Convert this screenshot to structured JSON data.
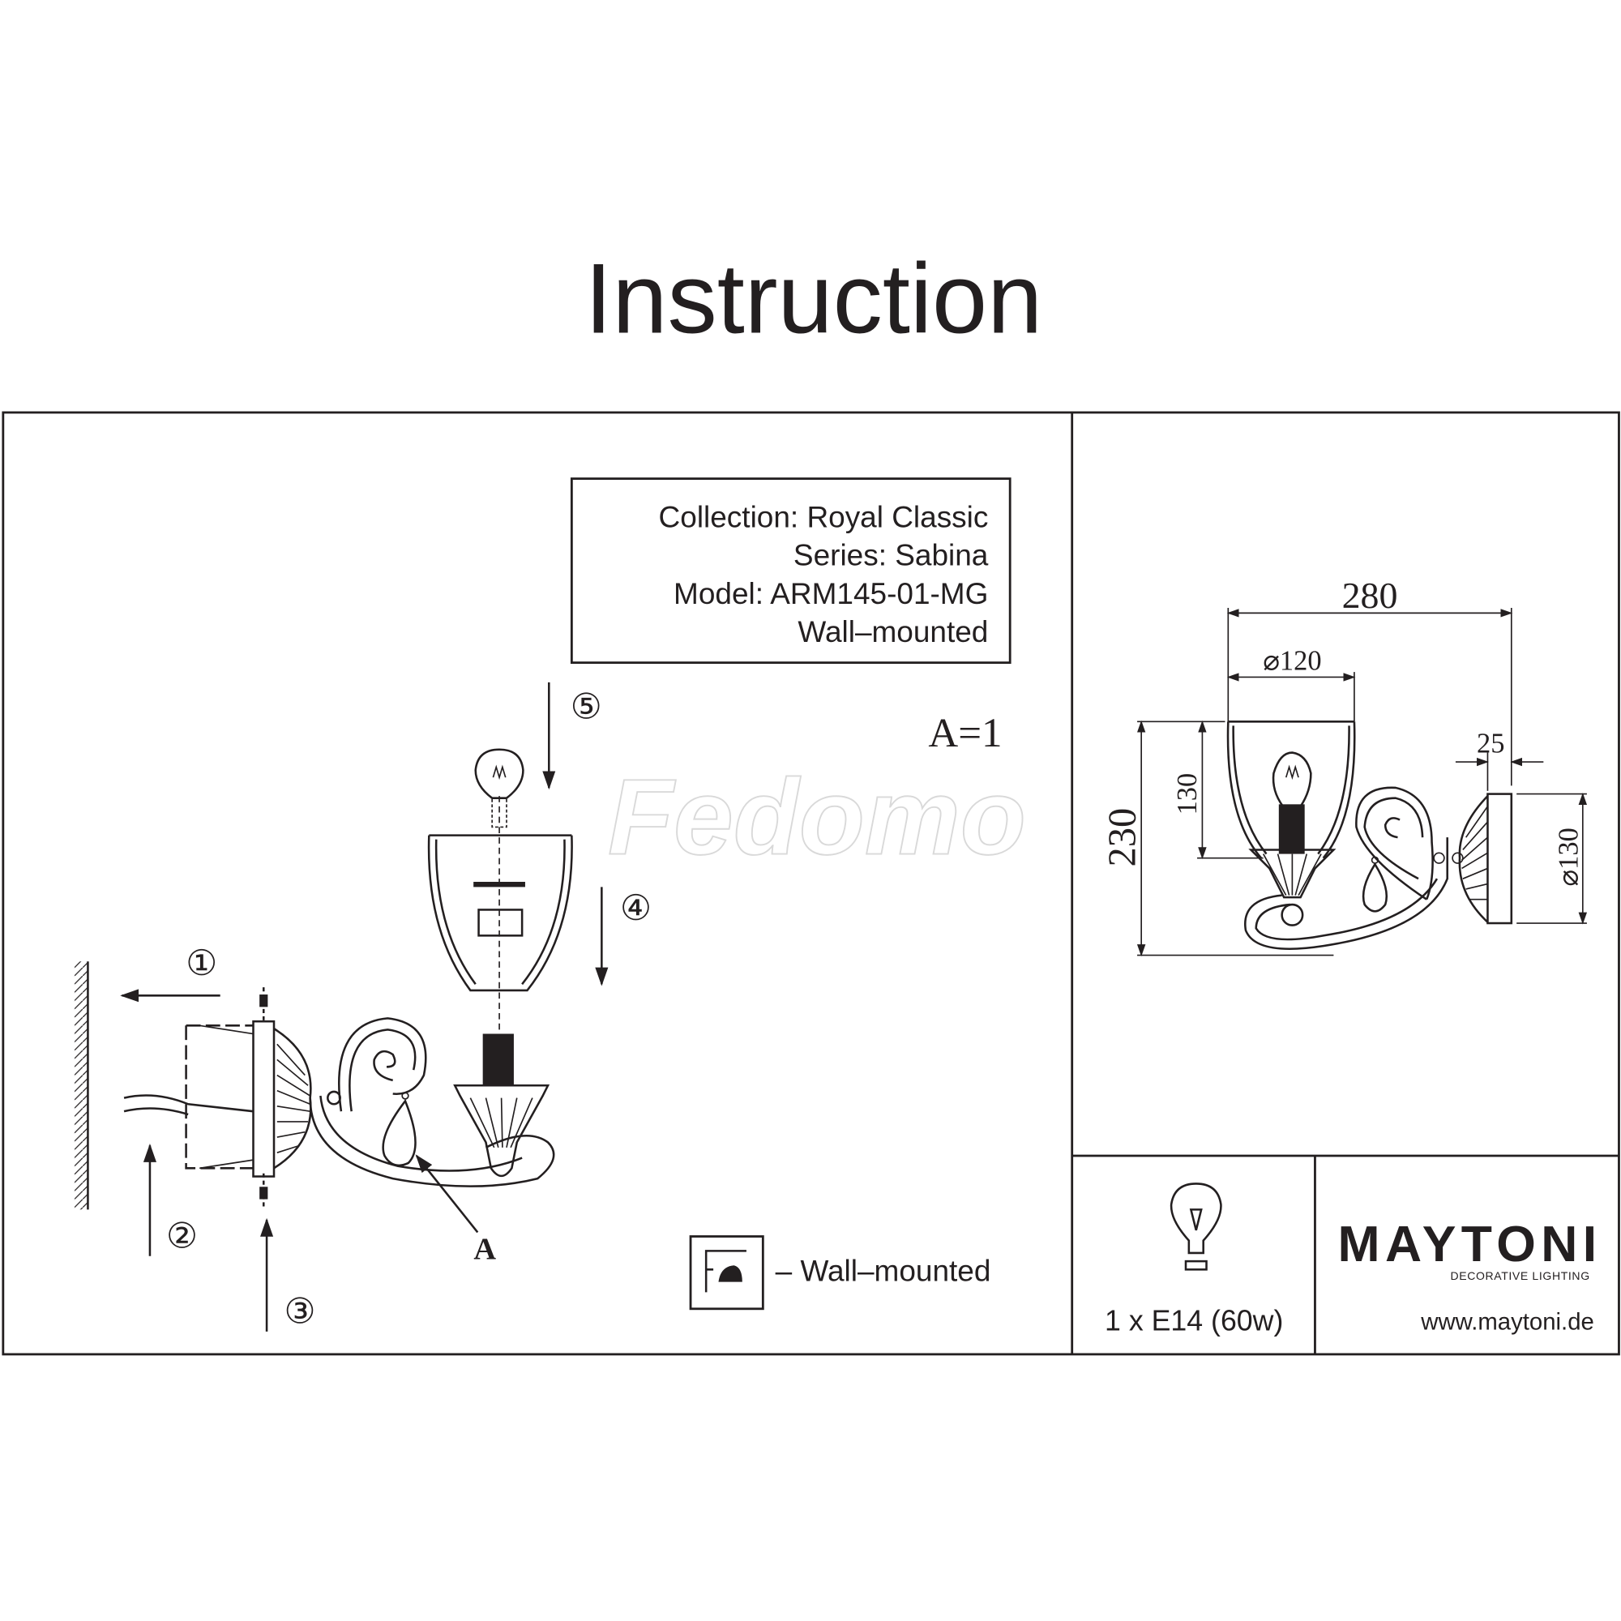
{
  "header": {
    "title": "Instruction"
  },
  "info_box": {
    "collection": "Collection: Royal Classic",
    "series": "Series: Sabina",
    "model": "Model: ARM145-01-MG",
    "type": "Wall–mounted"
  },
  "assembly": {
    "parts_legend": "A=1",
    "part_label": "A",
    "steps": [
      "①",
      "②",
      "③",
      "④",
      "⑤"
    ],
    "mounting_legend": "– Wall–mounted",
    "watermark": "Fedomo"
  },
  "dimensions": {
    "width": "280",
    "shade_diameter": "⌀120",
    "plate_depth": "25",
    "shade_height": "130",
    "total_height": "230",
    "plate_diameter": "⌀130"
  },
  "lamp_spec": {
    "text": "1 x E14 (60w)",
    "icon": "bulb-icon"
  },
  "brand": {
    "name": "MAYTONI",
    "tagline": "DECORATIVE LIGHTING",
    "website": "www.maytoni.de"
  },
  "colors": {
    "ink": "#231f20",
    "background": "#ffffff"
  }
}
